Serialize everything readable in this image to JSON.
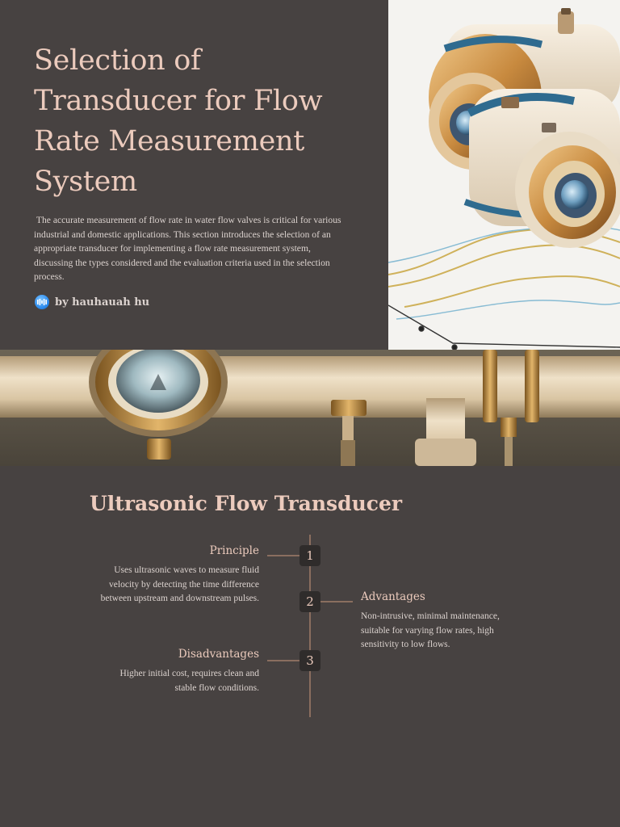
{
  "slide1": {
    "title": "Selection of Transducer for Flow Rate Measurement System",
    "intro": " The accurate measurement of flow rate in water flow valves is critical for various industrial and domestic applications. This section introduces the selection of an appropriate transducer for implementing a flow rate measurement system, discussing the types considered and the evaluation criteria used in the selection process.",
    "author": "by hauhauah hu",
    "author_avatar_icon": "user-avatar-icon",
    "hero_image": "flow-transducer-illustration"
  },
  "banner": {
    "image": "pipe-with-sight-glass-and-valves"
  },
  "slide2": {
    "title": "Ultrasonic Flow Transducer",
    "items": [
      {
        "number": "1",
        "heading": "Principle",
        "body": "Uses ultrasonic waves to measure fluid velocity by detecting the time difference between upstream and downstream pulses."
      },
      {
        "number": "2",
        "heading": "Advantages",
        "body": "Non-intrusive, minimal maintenance, suitable for varying flow rates, high sensitivity to low flows."
      },
      {
        "number": "3",
        "heading": "Disadvantages",
        "body": "Higher initial cost, requires clean and stable flow conditions."
      }
    ]
  },
  "colors": {
    "background": "#474241",
    "heading": "#eccbbd",
    "body_text": "#dcd3cf",
    "timeline": "#8a6e5f",
    "number_box": "#2f2c2b"
  }
}
